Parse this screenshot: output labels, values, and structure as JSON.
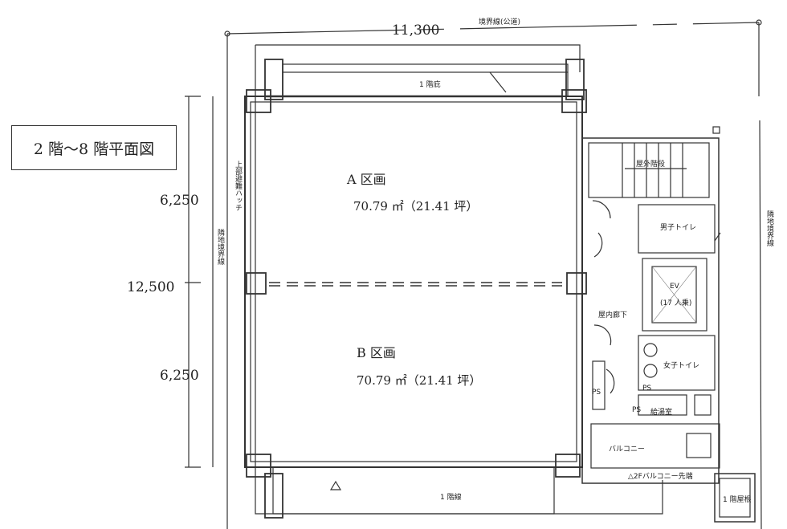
{
  "title": "2 階〜8 階平面図",
  "dimensions": {
    "width": "11,300",
    "height_total": "12,500",
    "height_top": "6,250",
    "height_bottom": "6,250"
  },
  "sections": [
    {
      "name": "A 区画",
      "area": "70.79 ㎡（21.41 坪）"
    },
    {
      "name": "B 区画",
      "area": "70.79 ㎡（21.41 坪）"
    }
  ],
  "labels": {
    "boundary_road": "境界線(公道)",
    "boundary_left": "隣地境界線",
    "boundary_right": "隣地境界線",
    "hatch": "上部避難ハッチ",
    "floor1_line_top": "1 階庇",
    "floor1_line_bottom": "1 階線",
    "outdoor_stairs": "屋外階段",
    "mens_toilet": "男子トイレ",
    "ev": "EV",
    "ev_capacity": "(17 人乗)",
    "corridor": "屋内廊下",
    "womens_toilet": "女子トイレ",
    "ps1": "PS",
    "ps2": "PS",
    "ps3": "PS",
    "kitchenette": "給湯室",
    "balcony": "バルコニー",
    "balcony_edge": "△2Fバルコニー先端",
    "roof_1f": "1 階屋根"
  }
}
